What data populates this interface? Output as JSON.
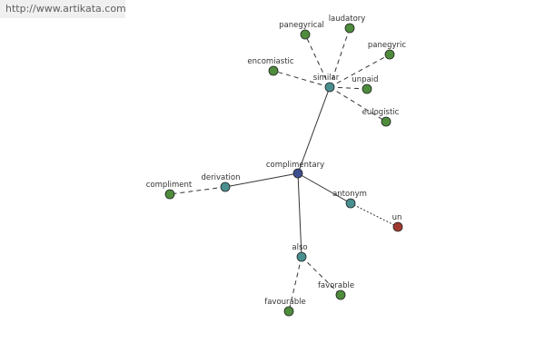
{
  "watermark": "http://www.artikata.com",
  "colors": {
    "center": "#3d4f8f",
    "relation": "#4a8f8f",
    "word": "#4e8c3c",
    "antonym_word": "#a03a30",
    "edge": "#333333",
    "label": "#333333",
    "node_stroke": "#222222"
  },
  "graph": {
    "nodes": [
      {
        "id": "complimentary",
        "label": "complimentary",
        "kind": "center"
      },
      {
        "id": "similar",
        "label": "similar",
        "kind": "relation"
      },
      {
        "id": "derivation",
        "label": "derivation",
        "kind": "relation"
      },
      {
        "id": "antonym",
        "label": "antonym",
        "kind": "relation"
      },
      {
        "id": "also",
        "label": "also",
        "kind": "relation"
      },
      {
        "id": "laudatory",
        "label": "laudatory",
        "kind": "word"
      },
      {
        "id": "panegyrical",
        "label": "panegyrical",
        "kind": "word"
      },
      {
        "id": "panegyric",
        "label": "panegyric",
        "kind": "word"
      },
      {
        "id": "encomiastic",
        "label": "encomiastic",
        "kind": "word"
      },
      {
        "id": "unpaid",
        "label": "unpaid",
        "kind": "word"
      },
      {
        "id": "eulogistic",
        "label": "eulogistic",
        "kind": "word"
      },
      {
        "id": "compliment",
        "label": "compliment",
        "kind": "word"
      },
      {
        "id": "un",
        "label": "un",
        "kind": "antonym_word"
      },
      {
        "id": "favorable",
        "label": "favorable",
        "kind": "word"
      },
      {
        "id": "favourable",
        "label": "favourable",
        "kind": "word"
      }
    ],
    "edges": [
      {
        "from": "complimentary",
        "to": "similar",
        "style": "solid"
      },
      {
        "from": "complimentary",
        "to": "derivation",
        "style": "solid"
      },
      {
        "from": "complimentary",
        "to": "antonym",
        "style": "solid"
      },
      {
        "from": "complimentary",
        "to": "also",
        "style": "solid"
      },
      {
        "from": "similar",
        "to": "laudatory",
        "style": "dashed"
      },
      {
        "from": "similar",
        "to": "panegyrical",
        "style": "dashed"
      },
      {
        "from": "similar",
        "to": "panegyric",
        "style": "dashed"
      },
      {
        "from": "similar",
        "to": "encomiastic",
        "style": "dashed"
      },
      {
        "from": "similar",
        "to": "unpaid",
        "style": "dashed"
      },
      {
        "from": "similar",
        "to": "eulogistic",
        "style": "dashed"
      },
      {
        "from": "derivation",
        "to": "compliment",
        "style": "dashed"
      },
      {
        "from": "antonym",
        "to": "un",
        "style": "dotted"
      },
      {
        "from": "also",
        "to": "favorable",
        "style": "dashed"
      },
      {
        "from": "also",
        "to": "favourable",
        "style": "dashed"
      }
    ]
  }
}
